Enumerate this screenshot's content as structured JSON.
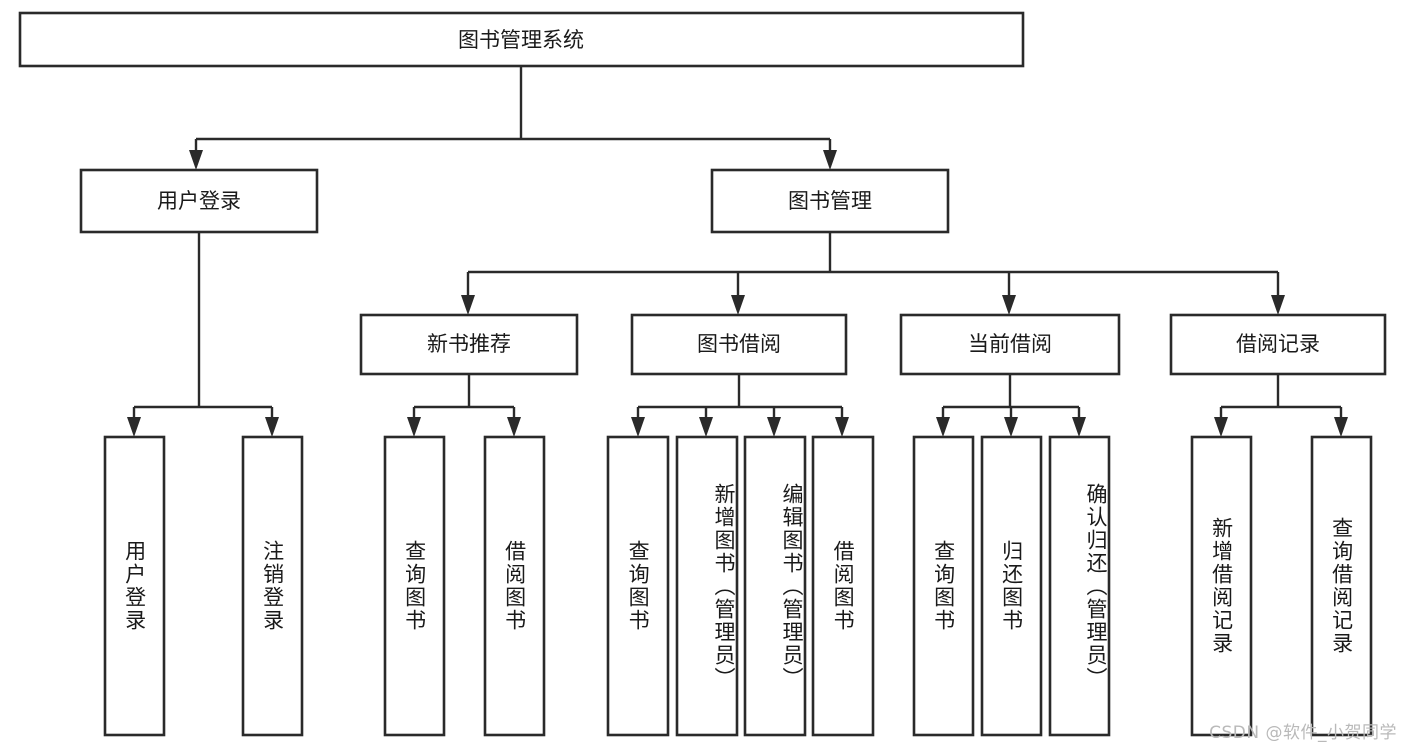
{
  "diagram": {
    "type": "tree-hierarchy",
    "title": "图书管理系统",
    "orientation": "top-down",
    "colors": {
      "box_stroke": "#2a2a2a",
      "box_fill": "#ffffff",
      "text": "#1a1a1a",
      "edge": "#2a2a2a",
      "watermark": "#b9b9b9",
      "background": "#ffffff"
    },
    "levels": {
      "root": {
        "label": "图书管理系统"
      },
      "level2": [
        {
          "label": "用户登录"
        },
        {
          "label": "图书管理"
        }
      ],
      "level3": [
        {
          "label": "新书推荐"
        },
        {
          "label": "图书借阅"
        },
        {
          "label": "当前借阅"
        },
        {
          "label": "借阅记录"
        }
      ],
      "leaves": {
        "user_login": [
          {
            "label": "用户登录"
          },
          {
            "label": "注销登录"
          }
        ],
        "new_book_recommend": [
          {
            "label": "查询图书"
          },
          {
            "label": "借阅图书"
          }
        ],
        "book_borrow": [
          {
            "label": "查询图书"
          },
          {
            "label": "新增图书（管理员）"
          },
          {
            "label": "编辑图书（管理员）"
          },
          {
            "label": "借阅图书"
          }
        ],
        "current_borrow": [
          {
            "label": "查询图书"
          },
          {
            "label": "归还图书"
          },
          {
            "label": "确认归还（管理员）"
          }
        ],
        "borrow_record": [
          {
            "label": "新增借阅记录"
          },
          {
            "label": "查询借阅记录"
          }
        ]
      }
    },
    "watermark": "CSDN @软件_小贺同学"
  }
}
